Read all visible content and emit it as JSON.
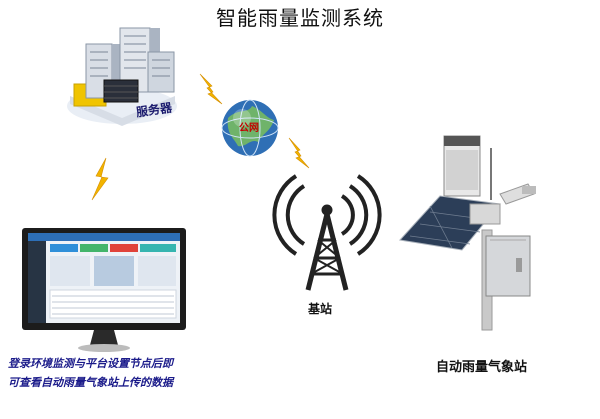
{
  "diagram": {
    "title": "智能雨量监测系统",
    "nodes": {
      "server": {
        "label": "服务器"
      },
      "internet": {
        "label": "公网"
      },
      "base_station": {
        "label": "基站"
      },
      "weather_station": {
        "label": "自动雨量气象站"
      }
    },
    "caption_lines": [
      "登录环境监测与平台设置节点后即",
      "可查看自动雨量气象站上传的数据"
    ],
    "colors": {
      "lightning": "#f2b400",
      "caption": "#1b1b8a",
      "globe": "#2f6fb5",
      "server_base": "#f0c400"
    },
    "icons": [
      "server-icon",
      "globe-icon",
      "antenna-tower-icon",
      "computer-monitor-icon",
      "weather-station-icon",
      "lightning-icon"
    ]
  }
}
